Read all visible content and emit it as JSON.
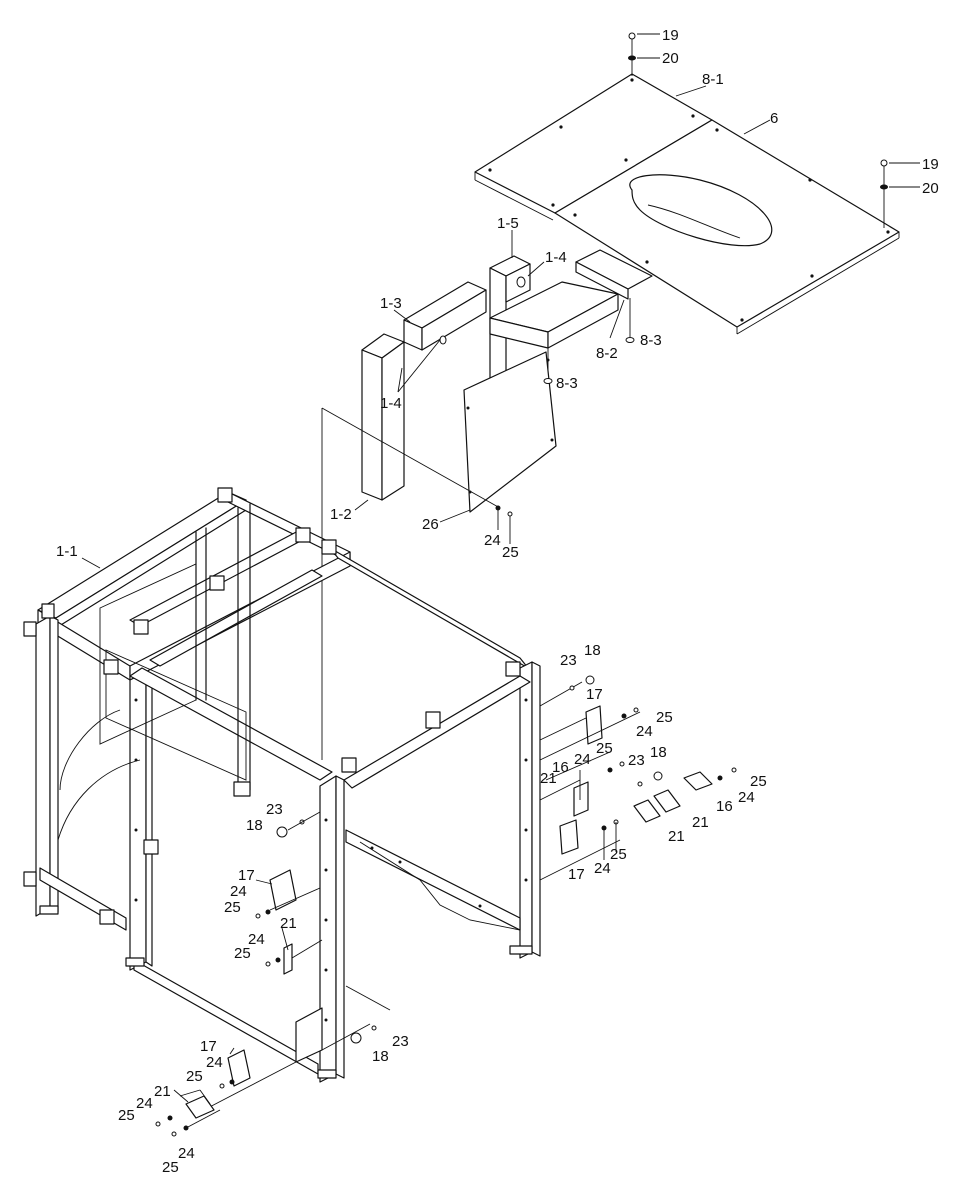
{
  "figure": {
    "callouts": [
      {
        "id": "c19a",
        "text": "19"
      },
      {
        "id": "c20a",
        "text": "20"
      },
      {
        "id": "c81",
        "text": "8-1"
      },
      {
        "id": "c6",
        "text": "6"
      },
      {
        "id": "c19b",
        "text": "19"
      },
      {
        "id": "c20b",
        "text": "20"
      },
      {
        "id": "c15",
        "text": "1-5"
      },
      {
        "id": "c14a",
        "text": "1-4"
      },
      {
        "id": "c13",
        "text": "1-3"
      },
      {
        "id": "c83a",
        "text": "8-3"
      },
      {
        "id": "c82",
        "text": "8-2"
      },
      {
        "id": "c83b",
        "text": "8-3"
      },
      {
        "id": "c14b",
        "text": "1-4"
      },
      {
        "id": "c12",
        "text": "1-2"
      },
      {
        "id": "c26",
        "text": "26"
      },
      {
        "id": "c24a",
        "text": "24"
      },
      {
        "id": "c25a",
        "text": "25"
      },
      {
        "id": "c11",
        "text": "1-1"
      },
      {
        "id": "c23a",
        "text": "23"
      },
      {
        "id": "c18a",
        "text": "18"
      },
      {
        "id": "c17a",
        "text": "17"
      },
      {
        "id": "c25b",
        "text": "25"
      },
      {
        "id": "c24b",
        "text": "24"
      },
      {
        "id": "c25c",
        "text": "25"
      },
      {
        "id": "c24c",
        "text": "24"
      },
      {
        "id": "c23b",
        "text": "23"
      },
      {
        "id": "c18b",
        "text": "18"
      },
      {
        "id": "c21a",
        "text": "21"
      },
      {
        "id": "c16a",
        "text": "16"
      },
      {
        "id": "c25d",
        "text": "25"
      },
      {
        "id": "c24d",
        "text": "24"
      },
      {
        "id": "c16b",
        "text": "16"
      },
      {
        "id": "c21b",
        "text": "21"
      },
      {
        "id": "c21c",
        "text": "21"
      },
      {
        "id": "c17b",
        "text": "17"
      },
      {
        "id": "c24e",
        "text": "24"
      },
      {
        "id": "c25e",
        "text": "25"
      },
      {
        "id": "c23c",
        "text": "23"
      },
      {
        "id": "c18c",
        "text": "18"
      },
      {
        "id": "c17c",
        "text": "17"
      },
      {
        "id": "c24f",
        "text": "24"
      },
      {
        "id": "c25f",
        "text": "25"
      },
      {
        "id": "c21d",
        "text": "21"
      },
      {
        "id": "c24g",
        "text": "24"
      },
      {
        "id": "c25g",
        "text": "25"
      },
      {
        "id": "c24h",
        "text": "24"
      },
      {
        "id": "c25h",
        "text": "25"
      },
      {
        "id": "c23d",
        "text": "23"
      },
      {
        "id": "c18d",
        "text": "18"
      },
      {
        "id": "c17d",
        "text": "17"
      },
      {
        "id": "c24i",
        "text": "24"
      },
      {
        "id": "c25i",
        "text": "25"
      },
      {
        "id": "c21e",
        "text": "21"
      },
      {
        "id": "c24j",
        "text": "24"
      },
      {
        "id": "c25j",
        "text": "25"
      },
      {
        "id": "c24k",
        "text": "24"
      },
      {
        "id": "c25k",
        "text": "25"
      }
    ]
  }
}
